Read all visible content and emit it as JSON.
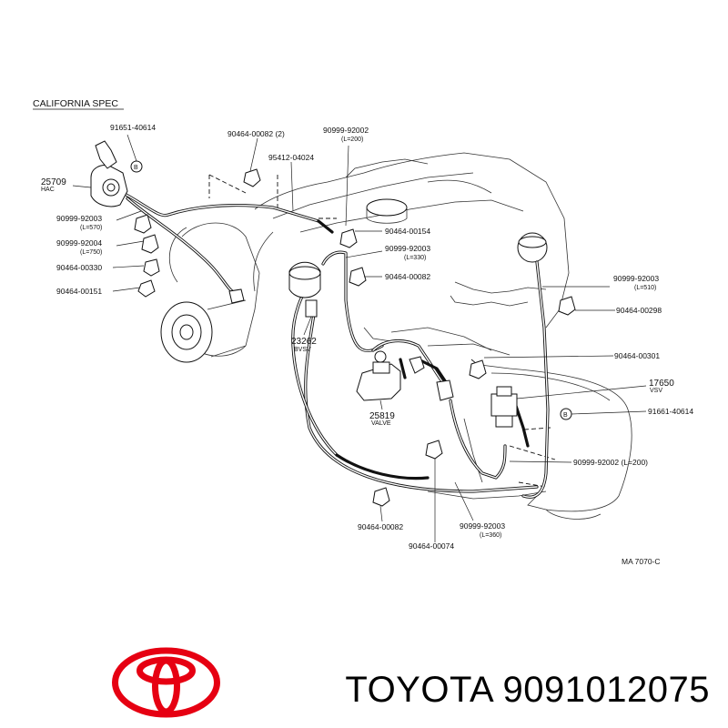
{
  "diagram": {
    "heading": "CALIFORNIA SPEC",
    "drawing_ref": "MA  7070-C",
    "callouts": [
      {
        "id": "c1",
        "lines": [
          "91651-40614"
        ]
      },
      {
        "id": "c2",
        "lines": [
          "90464-00082 (2)"
        ]
      },
      {
        "id": "c3",
        "lines": [
          "90999-92002",
          "(L=200)"
        ]
      },
      {
        "id": "c4",
        "lines": [
          "95412-04024"
        ]
      },
      {
        "id": "c5",
        "lines": [
          "25709",
          "HAC"
        ]
      },
      {
        "id": "c6",
        "lines": [
          "90999-92003",
          "(L=570)"
        ]
      },
      {
        "id": "c7",
        "lines": [
          "90999-92004",
          "(L=750)"
        ]
      },
      {
        "id": "c8",
        "lines": [
          "90464-00330"
        ]
      },
      {
        "id": "c9",
        "lines": [
          "90464-00151"
        ]
      },
      {
        "id": "c10",
        "lines": [
          "90464-00154"
        ]
      },
      {
        "id": "c11",
        "lines": [
          "90999-92003",
          "(L=330)"
        ]
      },
      {
        "id": "c12",
        "lines": [
          "90464-00082"
        ]
      },
      {
        "id": "c13",
        "lines": [
          "90999-92003",
          "(L=510)"
        ]
      },
      {
        "id": "c14",
        "lines": [
          "90464-00298"
        ]
      },
      {
        "id": "c15",
        "lines": [
          "23262",
          "BVSV"
        ]
      },
      {
        "id": "c16",
        "lines": [
          "90464-00301"
        ]
      },
      {
        "id": "c17",
        "lines": [
          "17650",
          "VSV"
        ]
      },
      {
        "id": "c18",
        "lines": [
          "25819",
          "VALVE"
        ]
      },
      {
        "id": "c19",
        "lines": [
          "91661-40614"
        ]
      },
      {
        "id": "c20",
        "lines": [
          "90999-92002 (L=200)"
        ]
      },
      {
        "id": "c21",
        "lines": [
          "90464-00082"
        ]
      },
      {
        "id": "c22",
        "lines": [
          "90999-92003",
          "(L=360)"
        ]
      },
      {
        "id": "c23",
        "lines": [
          "90464-00074"
        ]
      }
    ]
  },
  "brand": {
    "text": "TOYOTA 9091012075",
    "logo_color": "#e60012"
  }
}
